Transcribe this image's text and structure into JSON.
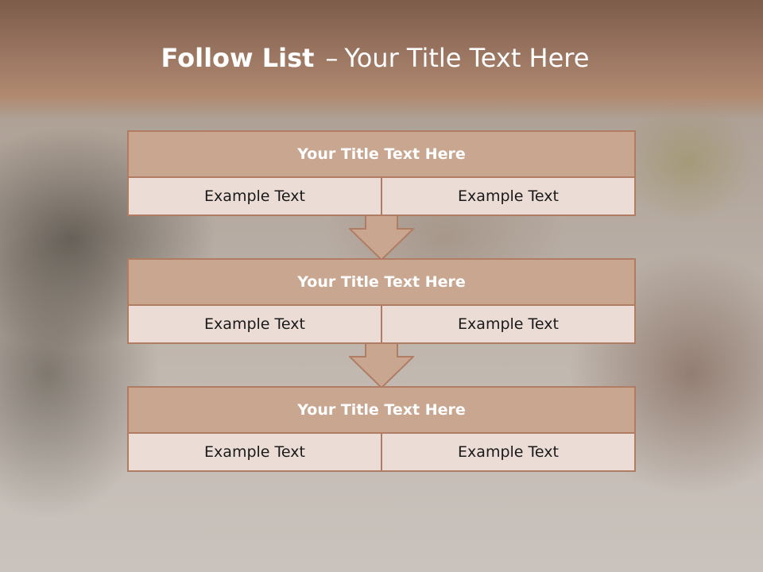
{
  "slide": {
    "title_bold": "Follow List",
    "title_dash": "–",
    "title_rest": "Your Title Text Here"
  },
  "blocks": [
    {
      "title": "Your Title Text Here",
      "left": "Example Text",
      "right": "Example Text"
    },
    {
      "title": "Your Title Text Here",
      "left": "Example Text",
      "right": "Example Text"
    },
    {
      "title": "Your Title Text Here",
      "left": "Example Text",
      "right": "Example Text"
    }
  ],
  "colors": {
    "header": "#9a7561",
    "block_title_fill": "#c9a690",
    "block_row_fill": "#ebdcd6",
    "border": "#b07d64"
  },
  "icons": [
    "down-arrow-icon",
    "down-arrow-icon"
  ]
}
